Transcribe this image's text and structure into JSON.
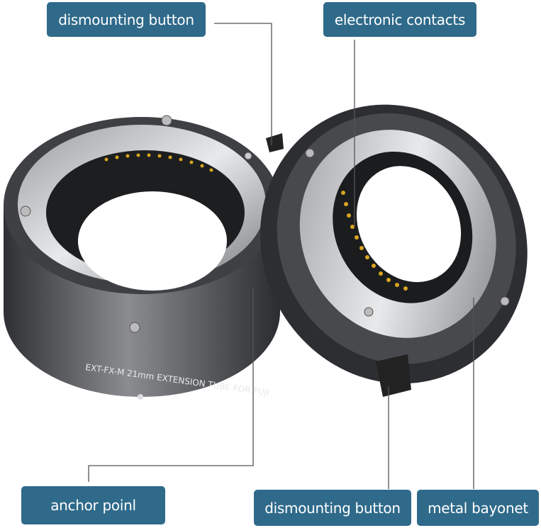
{
  "labels": {
    "top_left": "dismounting button",
    "top_right": "electronic contacts",
    "bottom_left": "anchor poinl",
    "bottom_mid": "dismounting button",
    "bottom_right": "metal bayonet"
  },
  "product_text": "EXT-FX-M  21mm  EXTENSION TUBE FOR FUJI",
  "colors": {
    "label_bg": "#2f6a8a",
    "body": "#4a4c50",
    "contacts": "#d9a520"
  }
}
